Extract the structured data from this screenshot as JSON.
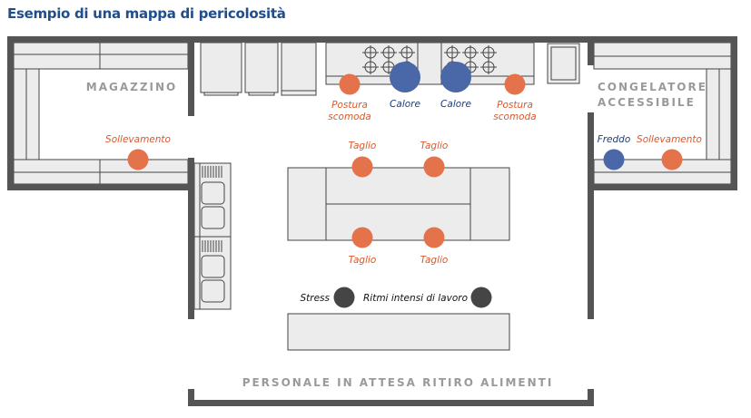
{
  "title": "Esempio di una mappa di pericolosità",
  "rooms": {
    "storage": "MAGAZZINO",
    "freezer_line1": "CONGELATORE",
    "freezer_line2": "ACCESSIBILE",
    "waiting": "PERSONALE IN ATTESA RITIRO ALIMENTI"
  },
  "hazards": {
    "lifting_storage": "Sollevamento",
    "posture_left_1": "Postura",
    "posture_left_2": "scomoda",
    "heat_1": "Calore",
    "heat_2": "Calore",
    "posture_right_1": "Postura",
    "posture_right_2": "scomoda",
    "cut_top_left": "Taglio",
    "cut_top_right": "Taglio",
    "cut_bottom_left": "Taglio",
    "cut_bottom_right": "Taglio",
    "cold": "Freddo",
    "lifting_freezer": "Sollevamento",
    "stress": "Stress",
    "work_pace": "Ritmi intensi di lavoro"
  },
  "colors": {
    "title": "#1f4e8c",
    "physical_risk": "#e4734c",
    "thermal_risk": "#4a67a8",
    "psychosocial_risk": "#454545",
    "wall": "#555555"
  }
}
